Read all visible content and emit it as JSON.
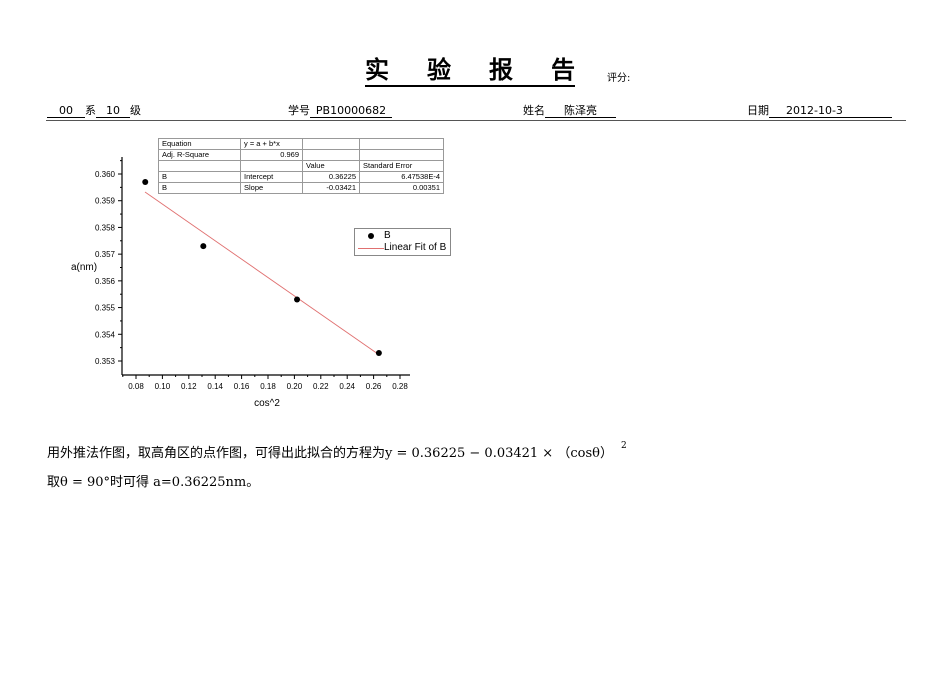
{
  "header": {
    "title_chars": [
      "实",
      "验",
      "报",
      "告"
    ],
    "score_label": "评分:",
    "department": {
      "value": "00",
      "label": "系"
    },
    "grade": {
      "value": "10",
      "label": "级"
    },
    "student_id": {
      "label": "学号",
      "value": "PB10000682"
    },
    "name": {
      "label": "姓名",
      "value": "陈泽亮"
    },
    "date": {
      "label": "日期",
      "value": "2012-10-3"
    }
  },
  "fit_table": {
    "rows": [
      [
        "Equation",
        "y = a + b*x",
        "",
        ""
      ],
      [
        "Adj. R-Square",
        "0.969",
        "",
        ""
      ],
      [
        "",
        "",
        "Value",
        "Standard Error"
      ],
      [
        "B",
        "Intercept",
        "0.36225",
        "6.47538E-4"
      ],
      [
        "B",
        "Slope",
        "-0.03421",
        "0.00351"
      ]
    ]
  },
  "legend": {
    "series_label": "B",
    "fit_label": "Linear Fit of B"
  },
  "chart_data": {
    "type": "scatter",
    "title": "",
    "xlabel": "cos^2",
    "ylabel": "a(nm)",
    "xlim": [
      0.07,
      0.29
    ],
    "ylim": [
      0.3526,
      0.3606
    ],
    "xticks": [
      "0.08",
      "0.10",
      "0.12",
      "0.14",
      "0.16",
      "0.18",
      "0.20",
      "0.22",
      "0.24",
      "0.26",
      "0.28"
    ],
    "yticks": [
      "0.353",
      "0.354",
      "0.355",
      "0.356",
      "0.357",
      "0.358",
      "0.359",
      "0.360"
    ],
    "grid": false,
    "legend_position": "upper right (inside)",
    "series": [
      {
        "name": "B",
        "type": "scatter",
        "color": "#000000",
        "x": [
          0.087,
          0.131,
          0.202,
          0.264
        ],
        "y": [
          0.3597,
          0.3573,
          0.3553,
          0.3533
        ]
      },
      {
        "name": "Linear Fit of B",
        "type": "line",
        "color": "#e07070",
        "x": [
          0.087,
          0.264
        ],
        "y": [
          0.3593,
          0.3532
        ],
        "intercept": 0.36225,
        "slope": -0.03421
      }
    ],
    "fit_stats": {
      "equation": "y = a + b*x",
      "adj_r_square": 0.969,
      "intercept": {
        "value": 0.36225,
        "std_error": "6.47538E-4"
      },
      "slope": {
        "value": -0.03421,
        "std_error": 0.00351
      }
    }
  },
  "body": {
    "line1": "用外推法作图，取高角区的点作图，可得出此拟合的方程为y = 0.36225 − 0.03421 × （cosθ）",
    "line1_sup": "2",
    "line2": "取θ = 90°时可得 a=0.36225nm。"
  }
}
